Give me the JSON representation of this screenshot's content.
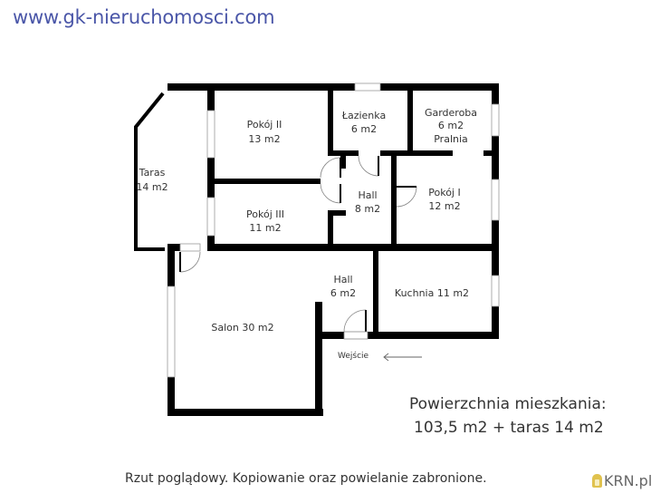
{
  "header": {
    "website": "www.gk-nieruchomosci.com"
  },
  "rooms": {
    "taras": {
      "name": "Taras",
      "area": "14 m2"
    },
    "pokoj2": {
      "name": "Pokój II",
      "area": "13 m2"
    },
    "pokoj3": {
      "name": "Pokój III",
      "area": "11 m2"
    },
    "lazienka": {
      "name": "Łazienka",
      "area": "6 m2"
    },
    "garderoba": {
      "name": "Garderoba",
      "area": "6 m2",
      "extra": "Pralnia"
    },
    "hall1": {
      "name": "Hall",
      "area": "8 m2"
    },
    "pokoj1": {
      "name": "Pokój I",
      "area": "12 m2"
    },
    "hall2": {
      "name": "Hall",
      "area": "6 m2"
    },
    "kuchnia": {
      "label": "Kuchnia 11 m2"
    },
    "salon": {
      "label": "Salon 30 m2"
    }
  },
  "entrance": {
    "label": "Wejście",
    "arrow": "left-arrow"
  },
  "summary": {
    "title": "Powierzchnia mieszkania:",
    "value": "103,5 m2 + taras 14 m2"
  },
  "footer": {
    "disclaimer": "Rzut poglądowy. Kopiowanie oraz powielanie zabronione.",
    "brand": "KRN.pl"
  },
  "colors": {
    "wall": "#000000",
    "website": "#4a56a8",
    "text": "#333333",
    "brand_icon": "#e0c24e"
  }
}
